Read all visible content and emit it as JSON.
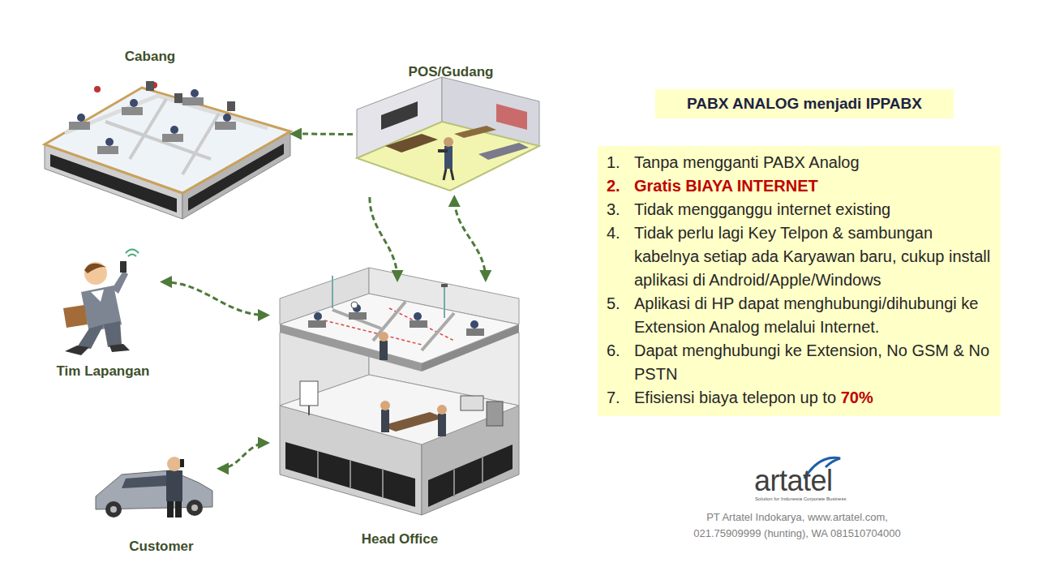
{
  "diagram": {
    "title": "PABX ANALOG menjadi IPPABX",
    "nodes": [
      {
        "text": [
          "Cabang"
        ]
      },
      {
        "text": [
          "POS/Gudang"
        ]
      },
      {
        "text": [
          "Tim Lapangan"
        ]
      },
      {
        "text": [
          "Head Office"
        ]
      },
      {
        "text": [
          "Customer"
        ]
      },
      {
        "text": [
          "1.",
          "Tanpa mengganti PABX Analog",
          "2.",
          "Gratis BIAYA INTERNET",
          "3.",
          "Tidak mengganggu internet existing",
          "4.",
          "Tidak perlu lagi Key Telpon & sambungan kabelnya setiap ada Karyawan baru, cukup install aplikasi di Android/Apple/Windows",
          "5.",
          "Aplikasi di HP dapat menghubungi/dihubungi ke Extension Analog melalui Internet.",
          "6.",
          "Dapat menghubungi ke Extension, No GSM & No PSTN",
          "7.",
          "Efisiensi biaya telepon up to",
          "70%"
        ]
      }
    ],
    "edges": [
      {
        "from": 1,
        "to": 0,
        "arrow": "to"
      },
      {
        "from": 1,
        "to": 3,
        "arrow": "to"
      },
      {
        "from": 3,
        "to": 1,
        "arrow": "both"
      },
      {
        "from": 2,
        "to": 3,
        "arrow": "both"
      },
      {
        "from": 4,
        "to": 3,
        "arrow": "both"
      }
    ],
    "labels": [
      "artatel",
      "Solution for Indonesia Corporate Business",
      "PT Artatel Indokarya, www.artatel.com, 021.75909999 (hunting), WA 081510704000"
    ]
  }
}
